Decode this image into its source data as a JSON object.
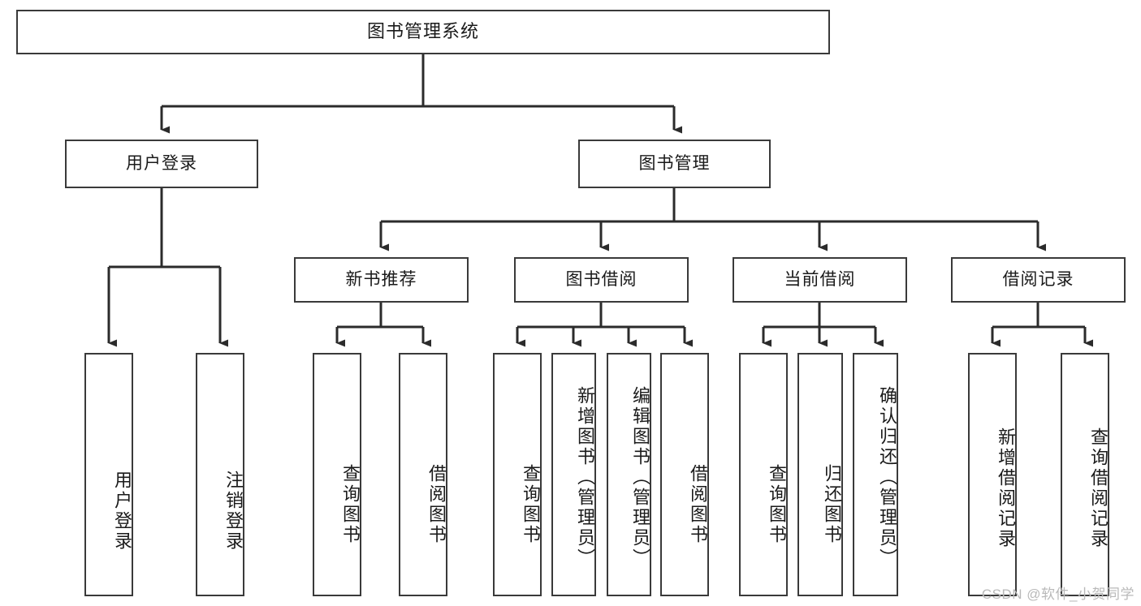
{
  "diagram": {
    "title": "图书管理系统",
    "type": "tree",
    "colors": {
      "box_border": "#3a3a3a",
      "box_fill": "#ffffff",
      "connector": "#2b2b2b",
      "text": "#1a1a1a",
      "watermark": "#b9b9b9",
      "background": "#ffffff"
    },
    "root": {
      "label": "图书管理系统"
    },
    "level2": [
      {
        "label": "用户登录"
      },
      {
        "label": "图书管理"
      }
    ],
    "level3": [
      {
        "label": "新书推荐"
      },
      {
        "label": "图书借阅"
      },
      {
        "label": "当前借阅"
      },
      {
        "label": "借阅记录"
      }
    ],
    "leaves": {
      "user_login": [
        {
          "label": "用户登录"
        },
        {
          "label": "注销登录"
        }
      ],
      "new_book_recommend": [
        {
          "label": "查询图书"
        },
        {
          "label": "借阅图书"
        }
      ],
      "book_borrow": [
        {
          "label": "查询图书"
        },
        {
          "label": "新增图书（管理员）"
        },
        {
          "label": "编辑图书（管理员）"
        },
        {
          "label": "借阅图书"
        }
      ],
      "current_borrow": [
        {
          "label": "查询图书"
        },
        {
          "label": "归还图书"
        },
        {
          "label": "确认归还（管理员）"
        }
      ],
      "borrow_record": [
        {
          "label": "新增借阅记录"
        },
        {
          "label": "查询借阅记录"
        }
      ]
    },
    "watermark": "CSDN @软件_小贺同学"
  }
}
